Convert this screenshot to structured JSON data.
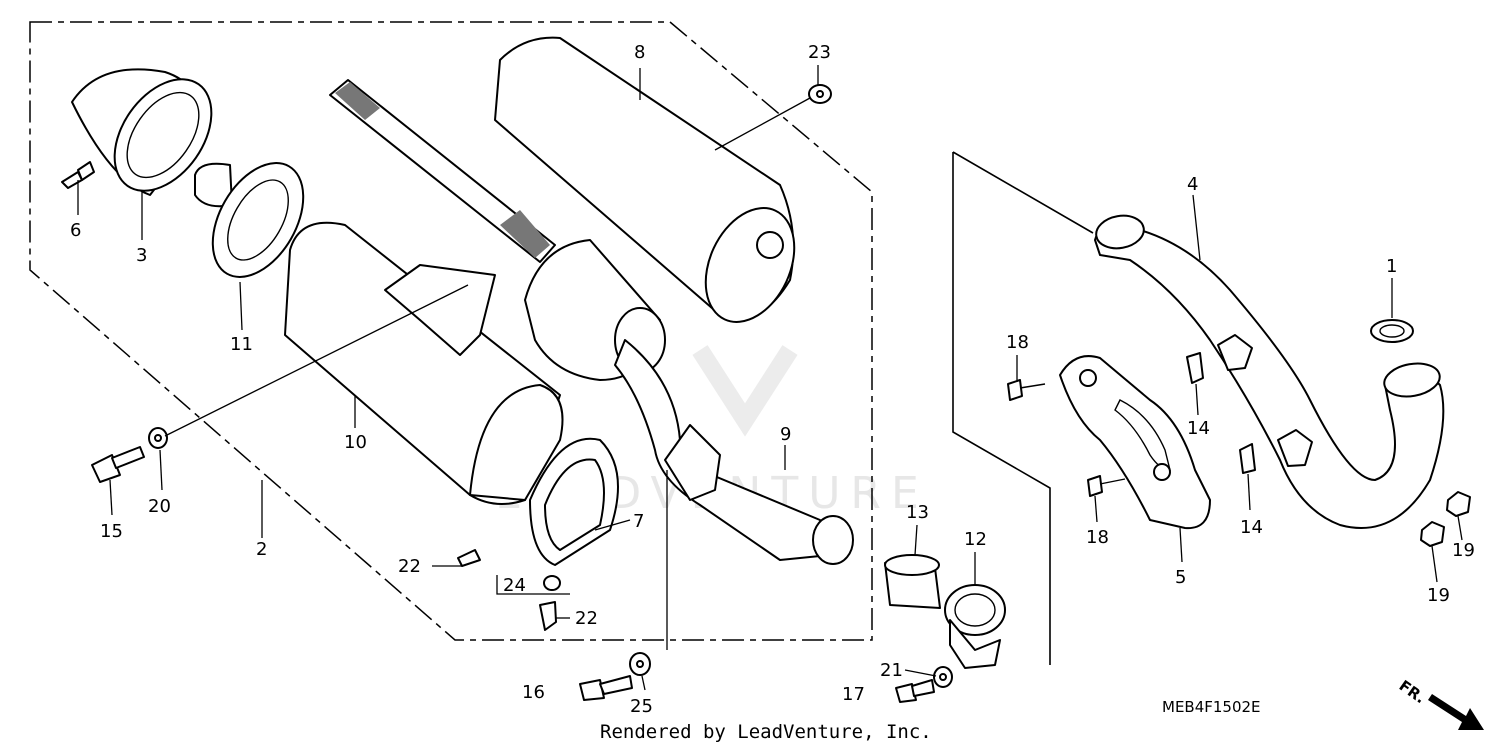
{
  "diagram": {
    "code": "MEB4F1502E",
    "footer": "Rendered by LeadVenture, Inc.",
    "direction_label": "FR.",
    "watermark": "LEADVENTURE",
    "callouts": {
      "c1": "1",
      "c2": "2",
      "c3": "3",
      "c4": "4",
      "c5": "5",
      "c6": "6",
      "c7": "7",
      "c8": "8",
      "c9": "9",
      "c10": "10",
      "c11": "11",
      "c12": "12",
      "c13": "13",
      "c14a": "14",
      "c14b": "14",
      "c15": "15",
      "c16": "16",
      "c17": "17",
      "c18a": "18",
      "c18b": "18",
      "c19a": "19",
      "c19b": "19",
      "c20": "20",
      "c21": "21",
      "c22a": "22",
      "c22b": "22",
      "c23": "23",
      "c24": "24",
      "c25": "25"
    }
  }
}
